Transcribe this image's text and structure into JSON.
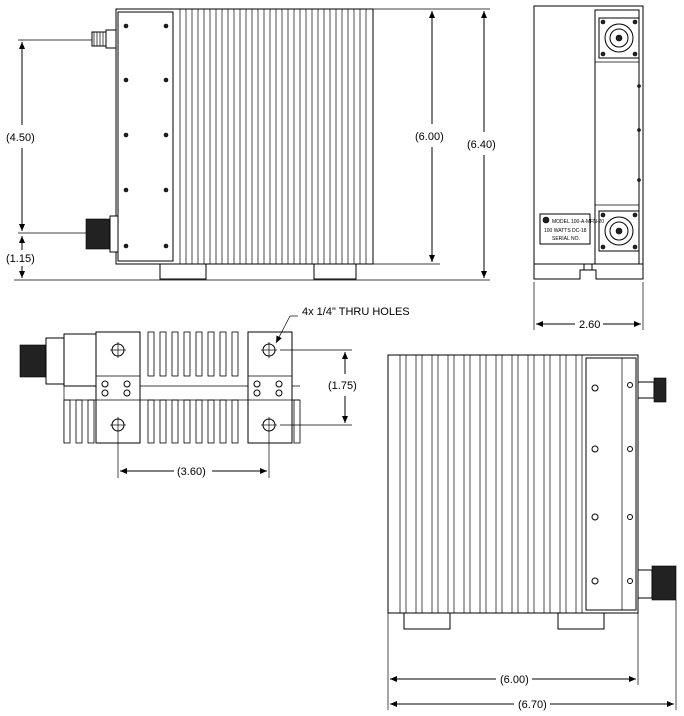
{
  "dimensions": {
    "front_connector_spacing": "(4.50)",
    "front_bottom_offset": "(1.15)",
    "front_inner_height": "(6.00)",
    "front_overall_height": "(6.40)",
    "side_width": "2.60",
    "bottom_hole_pitch_y": "(1.75)",
    "bottom_hole_pitch_x": "(3.60)",
    "top_body_length": "(6.00)",
    "top_overall_length": "(6.70)"
  },
  "callouts": {
    "thru_holes": "4x 1/4\" THRU HOLES"
  },
  "label_plate": {
    "line1": "MODEL 100-A-MFN-20",
    "line2": "100 WATTS    DC-18",
    "line3": "SERIAL NO."
  },
  "colors": {
    "line": "#000000",
    "background": "#ffffff",
    "connector_dark": "#222222"
  }
}
